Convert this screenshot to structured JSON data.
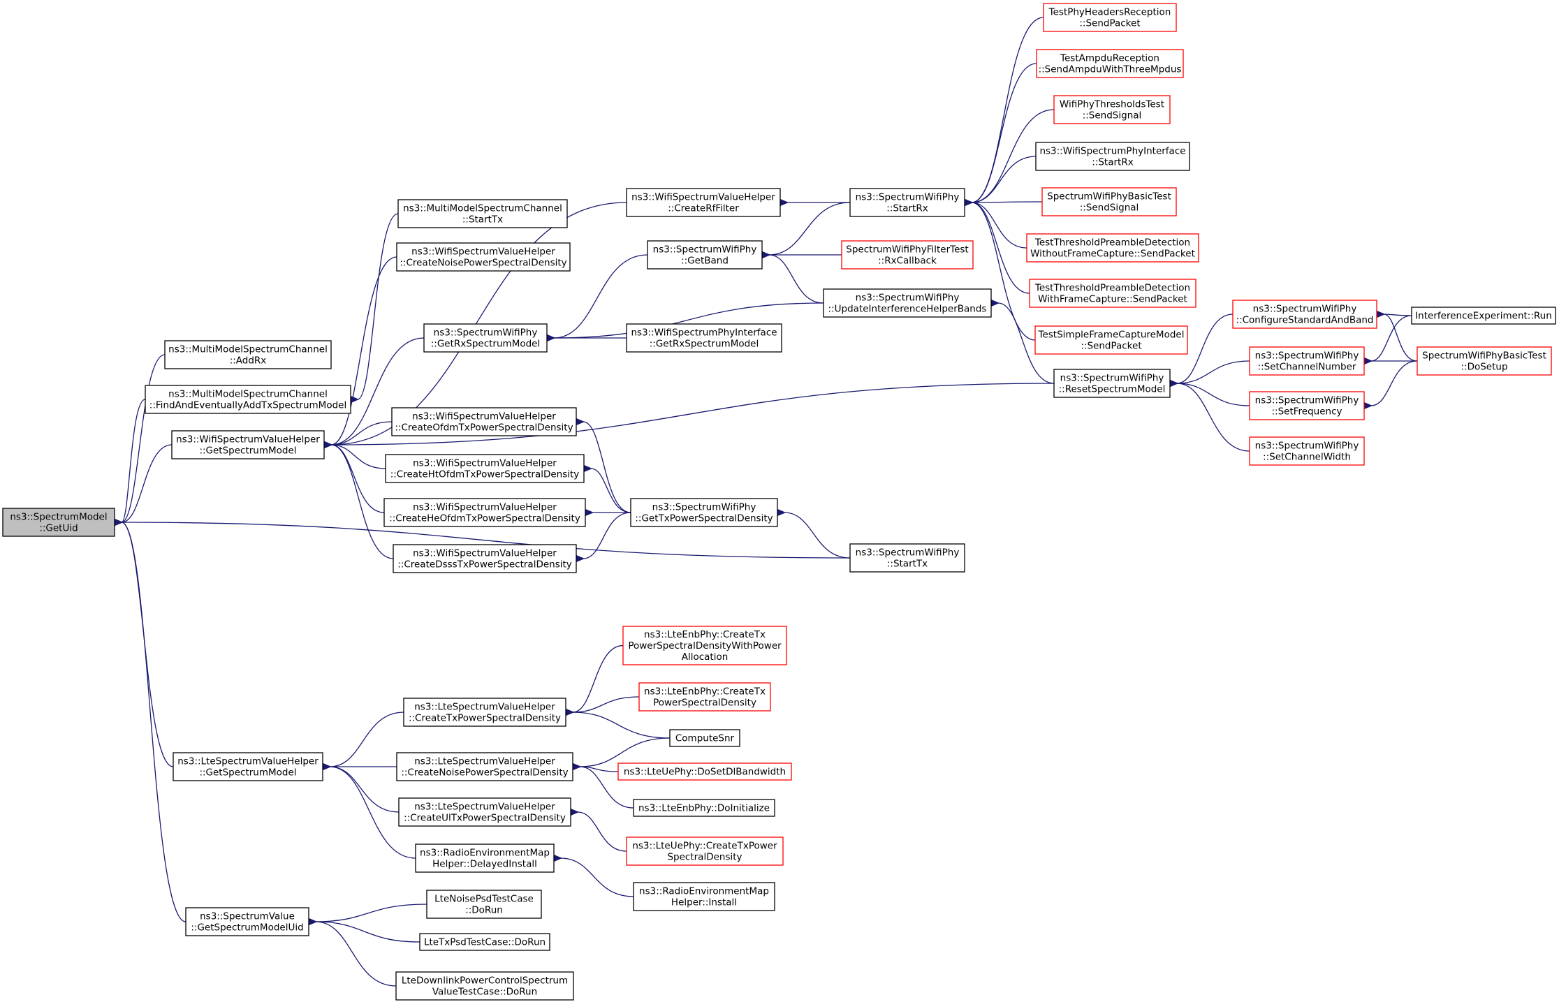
{
  "colors": {
    "edge": "#191970",
    "root_fill": "#bfbfbf",
    "node_border": "#000000",
    "truncated_border": "#ff0000"
  },
  "nodes": [
    {
      "id": "root",
      "lines": [
        "ns3::SpectrumModel",
        "::GetUid"
      ],
      "style": "root"
    },
    {
      "id": "mmAddRx",
      "lines": [
        "ns3::MultiModelSpectrumChannel",
        "::AddRx"
      ],
      "style": "normal"
    },
    {
      "id": "mmFind",
      "lines": [
        "ns3::MultiModelSpectrumChannel",
        "::FindAndEventuallyAddTxSpectrumModel"
      ],
      "style": "normal"
    },
    {
      "id": "mmStartTx",
      "lines": [
        "ns3::MultiModelSpectrumChannel",
        "::StartTx"
      ],
      "style": "normal"
    },
    {
      "id": "wsvhNoise",
      "lines": [
        "ns3::WifiSpectrumValueHelper",
        "::CreateNoisePowerSpectralDensity"
      ],
      "style": "normal"
    },
    {
      "id": "swpGetRxSM",
      "lines": [
        "ns3::SpectrumWifiPhy",
        "::GetRxSpectrumModel"
      ],
      "style": "normal"
    },
    {
      "id": "wsvhGetSM",
      "lines": [
        "ns3::WifiSpectrumValueHelper",
        "::GetSpectrumModel"
      ],
      "style": "normal"
    },
    {
      "id": "wsvhOfdm",
      "lines": [
        "ns3::WifiSpectrumValueHelper",
        "::CreateOfdmTxPowerSpectralDensity"
      ],
      "style": "normal"
    },
    {
      "id": "wsvhHt",
      "lines": [
        "ns3::WifiSpectrumValueHelper",
        "::CreateHtOfdmTxPowerSpectralDensity"
      ],
      "style": "normal"
    },
    {
      "id": "wsvhHe",
      "lines": [
        "ns3::WifiSpectrumValueHelper",
        "::CreateHeOfdmTxPowerSpectralDensity"
      ],
      "style": "normal"
    },
    {
      "id": "wsvhDsss",
      "lines": [
        "ns3::WifiSpectrumValueHelper",
        "::CreateDsssTxPowerSpectralDensity"
      ],
      "style": "normal"
    },
    {
      "id": "wsvhRf",
      "lines": [
        "ns3::WifiSpectrumValueHelper",
        "::CreateRfFilter"
      ],
      "style": "normal"
    },
    {
      "id": "swpGetBand",
      "lines": [
        "ns3::SpectrumWifiPhy",
        "::GetBand"
      ],
      "style": "normal"
    },
    {
      "id": "wspiGetRx",
      "lines": [
        "ns3::WifiSpectrumPhyInterface",
        "::GetRxSpectrumModel"
      ],
      "style": "normal"
    },
    {
      "id": "swpGetTxPsd",
      "lines": [
        "ns3::SpectrumWifiPhy",
        "::GetTxPowerSpectralDensity"
      ],
      "style": "normal"
    },
    {
      "id": "swpStartRx",
      "lines": [
        "ns3::SpectrumWifiPhy",
        "::StartRx"
      ],
      "style": "normal"
    },
    {
      "id": "swpfRx",
      "lines": [
        "SpectrumWifiPhyFilterTest",
        "::RxCallback"
      ],
      "style": "red"
    },
    {
      "id": "swpUpdate",
      "lines": [
        "ns3::SpectrumWifiPhy",
        "::UpdateInterferenceHelperBands"
      ],
      "style": "normal"
    },
    {
      "id": "swpStartTx",
      "lines": [
        "ns3::SpectrumWifiPhy",
        "::StartTx"
      ],
      "style": "normal"
    },
    {
      "id": "tphr",
      "lines": [
        "TestPhyHeadersReception",
        "::SendPacket"
      ],
      "style": "red"
    },
    {
      "id": "tar",
      "lines": [
        "TestAmpduReception",
        "::SendAmpduWithThreeMpdus"
      ],
      "style": "red"
    },
    {
      "id": "wptt",
      "lines": [
        "WifiPhyThresholdsTest",
        "::SendSignal"
      ],
      "style": "red"
    },
    {
      "id": "wspiStartRx",
      "lines": [
        "ns3::WifiSpectrumPhyInterface",
        "::StartRx"
      ],
      "style": "normal"
    },
    {
      "id": "swpbtSend",
      "lines": [
        "SpectrumWifiPhyBasicTest",
        "::SendSignal"
      ],
      "style": "red"
    },
    {
      "id": "ttpdWithout",
      "lines": [
        "TestThresholdPreambleDetection",
        "WithoutFrameCapture::SendPacket"
      ],
      "style": "red"
    },
    {
      "id": "ttpdWith",
      "lines": [
        "TestThresholdPreambleDetection",
        "WithFrameCapture::SendPacket"
      ],
      "style": "red"
    },
    {
      "id": "tsfcm",
      "lines": [
        "TestSimpleFrameCaptureModel",
        "::SendPacket"
      ],
      "style": "red"
    },
    {
      "id": "swpReset",
      "lines": [
        "ns3::SpectrumWifiPhy",
        "::ResetSpectrumModel"
      ],
      "style": "normal"
    },
    {
      "id": "swpConfig",
      "lines": [
        "ns3::SpectrumWifiPhy",
        "::ConfigureStandardAndBand"
      ],
      "style": "red"
    },
    {
      "id": "swpSetCh",
      "lines": [
        "ns3::SpectrumWifiPhy",
        "::SetChannelNumber"
      ],
      "style": "red"
    },
    {
      "id": "swpSetFreq",
      "lines": [
        "ns3::SpectrumWifiPhy",
        "::SetFrequency"
      ],
      "style": "red"
    },
    {
      "id": "swpSetWidth",
      "lines": [
        "ns3::SpectrumWifiPhy",
        "::SetChannelWidth"
      ],
      "style": "red"
    },
    {
      "id": "ieRun",
      "lines": [
        "InterferenceExperiment::Run"
      ],
      "style": "normal"
    },
    {
      "id": "swpbtSetup",
      "lines": [
        "SpectrumWifiPhyBasicTest",
        "::DoSetup"
      ],
      "style": "red"
    },
    {
      "id": "ltesvhGetSM",
      "lines": [
        "ns3::LteSpectrumValueHelper",
        "::GetSpectrumModel"
      ],
      "style": "normal"
    },
    {
      "id": "ltesvhTx",
      "lines": [
        "ns3::LteSpectrumValueHelper",
        "::CreateTxPowerSpectralDensity"
      ],
      "style": "normal"
    },
    {
      "id": "ltesvhNoise",
      "lines": [
        "ns3::LteSpectrumValueHelper",
        "::CreateNoisePowerSpectralDensity"
      ],
      "style": "normal"
    },
    {
      "id": "ltesvhUl",
      "lines": [
        "ns3::LteSpectrumValueHelper",
        "::CreateUlTxPowerSpectralDensity"
      ],
      "style": "normal"
    },
    {
      "id": "remDelayed",
      "lines": [
        "ns3::RadioEnvironmentMap",
        "Helper::DelayedInstall"
      ],
      "style": "normal"
    },
    {
      "id": "enbTxAlloc",
      "lines": [
        "ns3::LteEnbPhy::CreateTx",
        "PowerSpectralDensityWithPower",
        "Allocation"
      ],
      "style": "red"
    },
    {
      "id": "enbTx",
      "lines": [
        "ns3::LteEnbPhy::CreateTx",
        "PowerSpectralDensity"
      ],
      "style": "red"
    },
    {
      "id": "computeSnr",
      "lines": [
        "ComputeSnr"
      ],
      "style": "normal"
    },
    {
      "id": "uePhyDl",
      "lines": [
        "ns3::LteUePhy::DoSetDlBandwidth"
      ],
      "style": "red"
    },
    {
      "id": "enbInit",
      "lines": [
        "ns3::LteEnbPhy::DoInitialize"
      ],
      "style": "normal"
    },
    {
      "id": "uePhyTx",
      "lines": [
        "ns3::LteUePhy::CreateTxPower",
        "SpectralDensity"
      ],
      "style": "red"
    },
    {
      "id": "remInstall",
      "lines": [
        "ns3::RadioEnvironmentMap",
        "Helper::Install"
      ],
      "style": "normal"
    },
    {
      "id": "svGetUid",
      "lines": [
        "ns3::SpectrumValue",
        "::GetSpectrumModelUid"
      ],
      "style": "normal"
    },
    {
      "id": "noisePsd",
      "lines": [
        "LteNoisePsdTestCase",
        "::DoRun"
      ],
      "style": "normal"
    },
    {
      "id": "txPsd",
      "lines": [
        "LteTxPsdTestCase::DoRun"
      ],
      "style": "normal"
    },
    {
      "id": "dlPc",
      "lines": [
        "LteDownlinkPowerControlSpectrum",
        "ValueTestCase::DoRun"
      ],
      "style": "normal"
    }
  ],
  "edges": [
    [
      "root",
      "mmAddRx"
    ],
    [
      "root",
      "mmFind"
    ],
    [
      "root",
      "wsvhGetSM"
    ],
    [
      "root",
      "swpStartTx"
    ],
    [
      "root",
      "ltesvhGetSM"
    ],
    [
      "root",
      "svGetUid"
    ],
    [
      "mmFind",
      "mmStartTx"
    ],
    [
      "wsvhGetSM",
      "wsvhNoise"
    ],
    [
      "wsvhGetSM",
      "swpGetRxSM"
    ],
    [
      "wsvhGetSM",
      "wsvhRf"
    ],
    [
      "wsvhGetSM",
      "swpReset"
    ],
    [
      "wsvhGetSM",
      "wsvhOfdm"
    ],
    [
      "wsvhGetSM",
      "wsvhHt"
    ],
    [
      "wsvhGetSM",
      "wsvhHe"
    ],
    [
      "wsvhGetSM",
      "wsvhDsss"
    ],
    [
      "swpGetRxSM",
      "swpGetBand"
    ],
    [
      "swpGetRxSM",
      "swpUpdate"
    ],
    [
      "swpGetRxSM",
      "wspiGetRx"
    ],
    [
      "wsvhOfdm",
      "swpGetTxPsd"
    ],
    [
      "wsvhHt",
      "swpGetTxPsd"
    ],
    [
      "wsvhHe",
      "swpGetTxPsd"
    ],
    [
      "wsvhDsss",
      "swpGetTxPsd"
    ],
    [
      "wsvhRf",
      "swpStartRx"
    ],
    [
      "swpGetBand",
      "swpStartRx"
    ],
    [
      "swpGetBand",
      "swpfRx"
    ],
    [
      "swpGetBand",
      "swpUpdate"
    ],
    [
      "swpGetTxPsd",
      "swpStartTx"
    ],
    [
      "swpUpdate",
      "swpReset"
    ],
    [
      "swpStartRx",
      "tphr"
    ],
    [
      "swpStartRx",
      "tar"
    ],
    [
      "swpStartRx",
      "wptt"
    ],
    [
      "swpStartRx",
      "wspiStartRx"
    ],
    [
      "swpStartRx",
      "swpbtSend"
    ],
    [
      "swpStartRx",
      "ttpdWithout"
    ],
    [
      "swpStartRx",
      "ttpdWith"
    ],
    [
      "swpStartRx",
      "tsfcm"
    ],
    [
      "swpReset",
      "swpConfig"
    ],
    [
      "swpReset",
      "swpSetCh"
    ],
    [
      "swpReset",
      "swpSetFreq"
    ],
    [
      "swpReset",
      "swpSetWidth"
    ],
    [
      "swpConfig",
      "ieRun"
    ],
    [
      "swpConfig",
      "swpbtSetup"
    ],
    [
      "swpSetCh",
      "ieRun"
    ],
    [
      "swpSetCh",
      "swpbtSetup"
    ],
    [
      "swpSetFreq",
      "swpbtSetup"
    ],
    [
      "ltesvhGetSM",
      "ltesvhTx"
    ],
    [
      "ltesvhGetSM",
      "ltesvhNoise"
    ],
    [
      "ltesvhGetSM",
      "ltesvhUl"
    ],
    [
      "ltesvhGetSM",
      "remDelayed"
    ],
    [
      "ltesvhTx",
      "enbTxAlloc"
    ],
    [
      "ltesvhTx",
      "enbTx"
    ],
    [
      "ltesvhTx",
      "computeSnr"
    ],
    [
      "ltesvhNoise",
      "computeSnr"
    ],
    [
      "ltesvhNoise",
      "uePhyDl"
    ],
    [
      "ltesvhNoise",
      "enbInit"
    ],
    [
      "ltesvhUl",
      "uePhyTx"
    ],
    [
      "remDelayed",
      "remInstall"
    ],
    [
      "svGetUid",
      "noisePsd"
    ],
    [
      "svGetUid",
      "txPsd"
    ],
    [
      "svGetUid",
      "dlPc"
    ]
  ]
}
